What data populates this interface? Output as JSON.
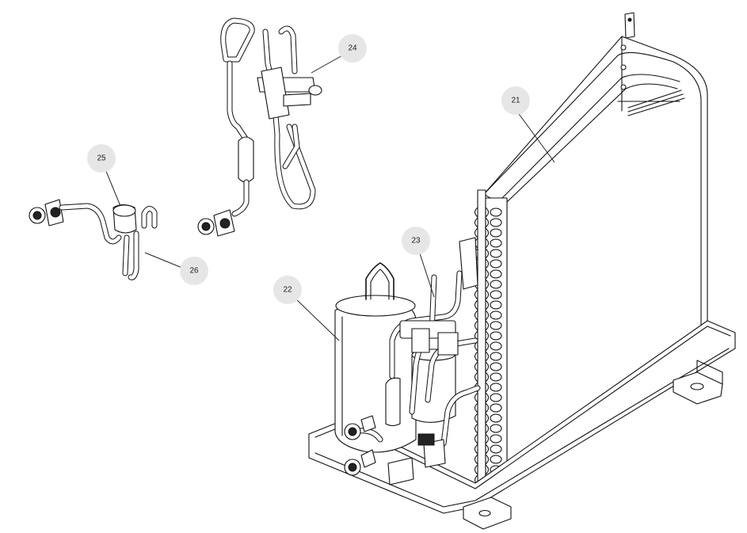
{
  "figure": {
    "callouts": [
      {
        "id": "21",
        "label": "21"
      },
      {
        "id": "22",
        "label": "22"
      },
      {
        "id": "23",
        "label": "23"
      },
      {
        "id": "24",
        "label": "24"
      },
      {
        "id": "25",
        "label": "25"
      },
      {
        "id": "26",
        "label": "26"
      }
    ]
  },
  "colors": {
    "line": "#111111",
    "callout_fill": "#e6e6e6",
    "background": "#ffffff"
  }
}
